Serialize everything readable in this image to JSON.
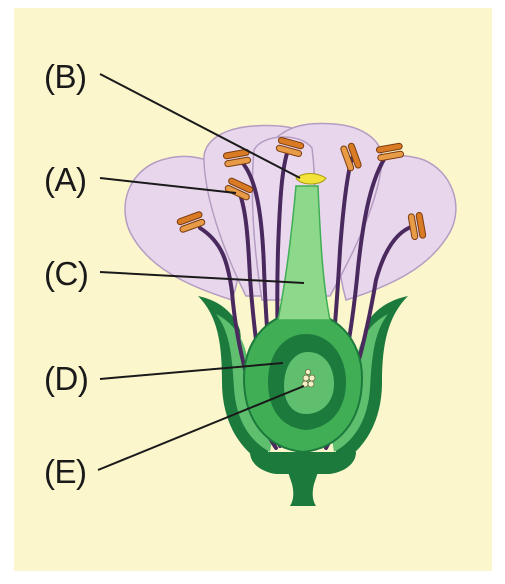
{
  "labels": {
    "a": "(A)",
    "b": "(B)",
    "c": "(C)",
    "d": "(D)",
    "e": "(E)"
  },
  "colors": {
    "background": "#fcf6cc",
    "petal_fill": "#e8d7ec",
    "petal_stroke": "#b59cc3",
    "sepal_dark": "#1c7a3c",
    "sepal_light": "#5fbf6f",
    "ovary": "#3fae55",
    "style": "#8ed88b",
    "stigma": "#f2e23a",
    "filament": "#4a2a5e",
    "anther": "#d97a24",
    "leader_line": "#1a1a1a"
  }
}
